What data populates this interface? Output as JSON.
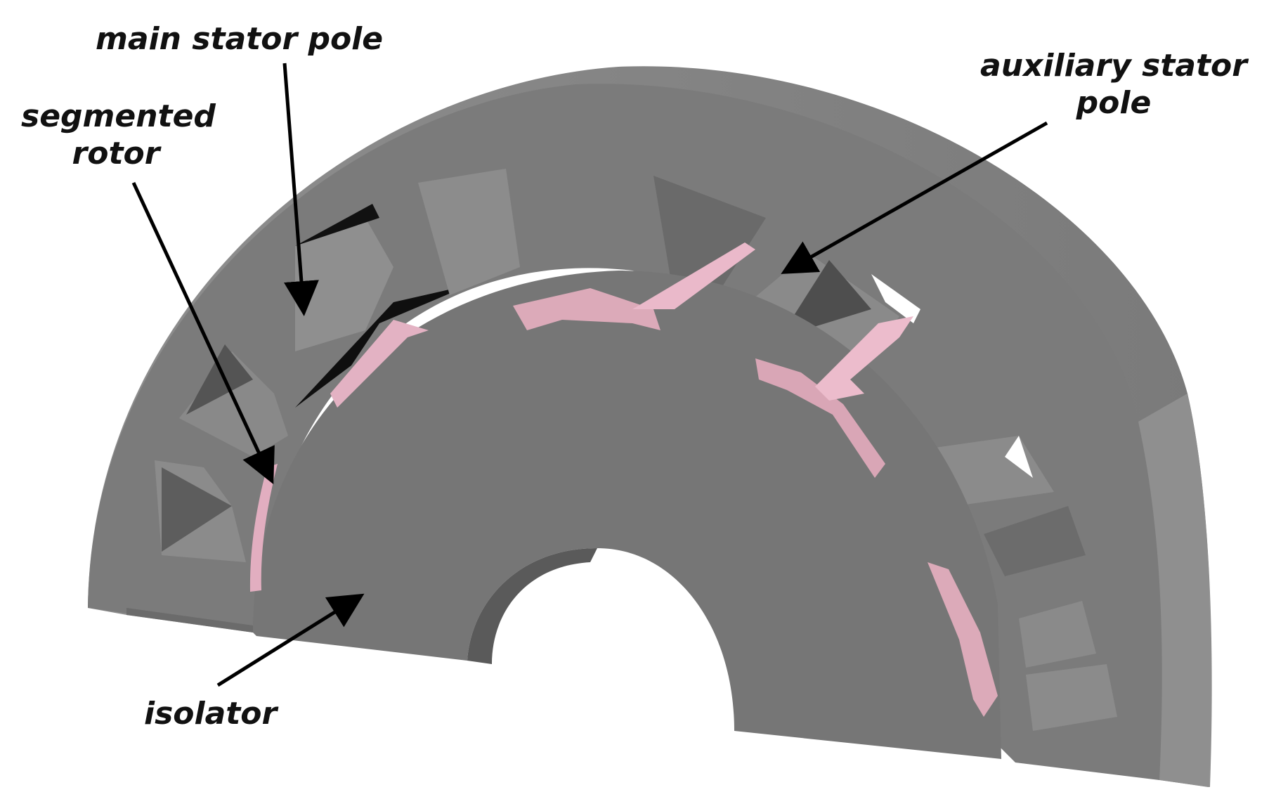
{
  "labels": {
    "main_stator_pole": "main stator pole",
    "segmented_rotor_line1": "segmented",
    "segmented_rotor_line2": "rotor",
    "auxiliary_stator_pole_line1": "auxiliary stator",
    "auxiliary_stator_pole_line2": "pole",
    "isolator": "isolator"
  },
  "colors": {
    "stator_face": "#7b7b7b",
    "stator_top": "#8c8c8c",
    "stator_dark": "#5e5e5e",
    "isolator_face": "#767676",
    "pole_face": "#8a8a8a",
    "rotor_segment": "#e7b6c6",
    "arrow": "#000000",
    "background": "#ffffff"
  }
}
